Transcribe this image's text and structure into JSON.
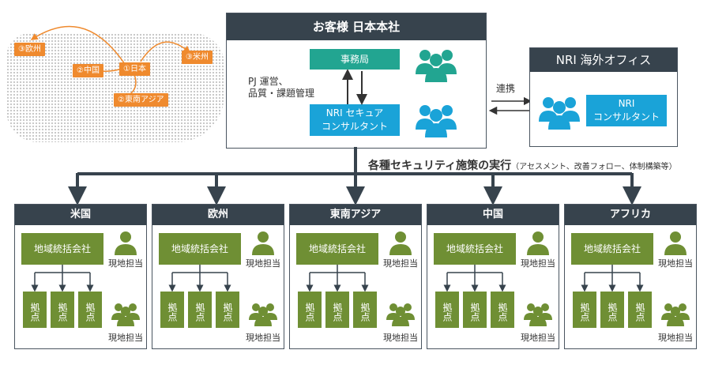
{
  "map": {
    "tags": [
      "③欧州",
      "②中国",
      "①日本",
      "③米州",
      "②東南アジア"
    ]
  },
  "hq": {
    "title": "お客様 日本本社",
    "office_label": "事務局",
    "pj_line1": "PJ 運営、",
    "pj_line2": "品質・課題管理",
    "consultant_line1": "NRI セキュア",
    "consultant_line2": "コンサルタント"
  },
  "link_label": "連携",
  "overseas": {
    "title": "NRI 海外オフィス",
    "consultant_line1": "NRI",
    "consultant_line2": "コンサルタント"
  },
  "execution": {
    "main": "各種セキュリティ施策の実行",
    "sub": "（アセスメント、改善フォロー、体制構築等）"
  },
  "regions": [
    {
      "name": "米国"
    },
    {
      "name": "欧州"
    },
    {
      "name": "東南アジア"
    },
    {
      "name": "中国"
    },
    {
      "name": "アフリカ"
    }
  ],
  "region_common": {
    "hq_label": "地域統括会社",
    "staff_label": "現地担当",
    "site_label": "拠点"
  },
  "colors": {
    "dark_header": "#37434d",
    "teal": "#22a591",
    "blue": "#1aa3d8",
    "green": "#6f8f34",
    "orange": "#ef8a2e"
  }
}
